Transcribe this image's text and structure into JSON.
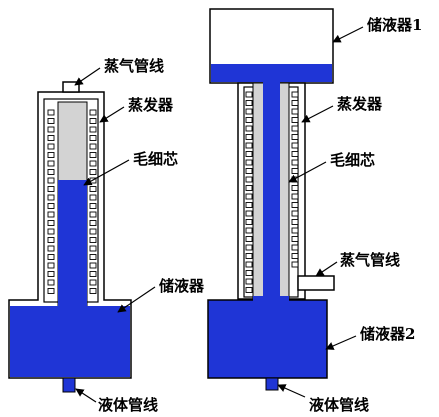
{
  "colors": {
    "liquid": "#1f35d6",
    "wick": "#d3d3d3",
    "vapor": "#ffffff",
    "outline": "#000000"
  },
  "left_device": {
    "labels": {
      "vapor_line": "蒸气管线",
      "evaporator": "蒸发器",
      "wick": "毛细芯",
      "reservoir": "储液器",
      "liquid_line": "液体管线"
    }
  },
  "right_device": {
    "labels": {
      "reservoir_1": "储液器1",
      "evaporator": "蒸发器",
      "wick": "毛细芯",
      "vapor_line": "蒸气管线",
      "reservoir_2": "储液器2",
      "liquid_line": "液体管线"
    }
  }
}
